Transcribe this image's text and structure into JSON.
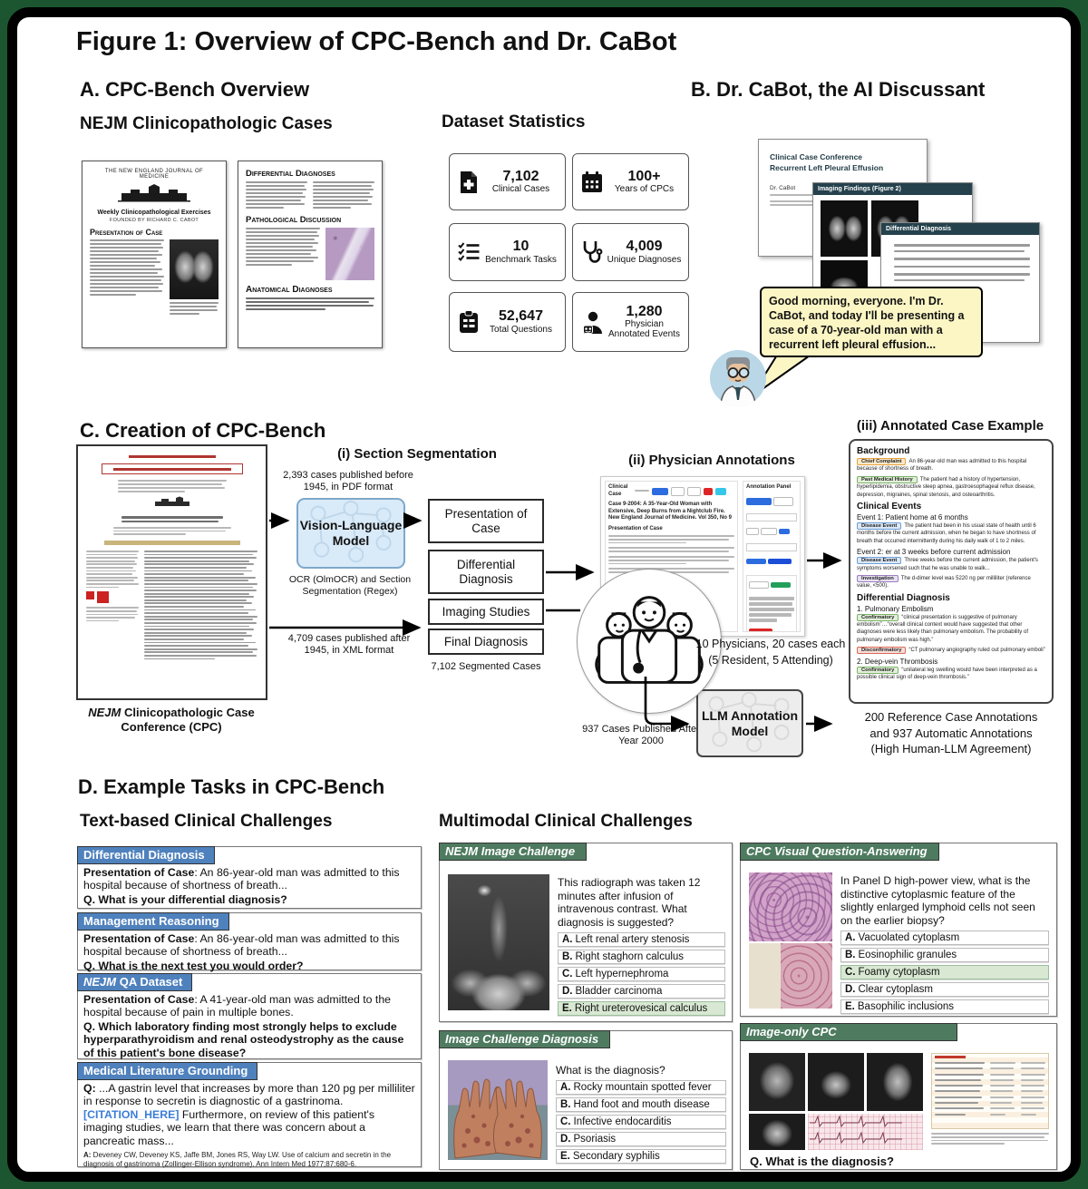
{
  "colors": {
    "frame_green": "#1c5630",
    "tab_blue": "#4f81bd",
    "tab_green": "#4e7b60",
    "highlight_green": "#d8e8d2",
    "slide_header_teal": "#24414c",
    "speech_bubble_yellow": "#fcf6c5",
    "vlm_box_blue": "#d9eaf8",
    "llm_box_gray": "#ededed",
    "citation_blue": "#3b7dd8",
    "chip_chief_complaint_orange": "#e8a33d",
    "chip_history_green": "#7cb36a",
    "chip_disease_event_blue": "#6f9fd8",
    "chip_investigation_purple": "#9b7fc0",
    "chip_disconfirmatory_red": "#d96a5a"
  },
  "figure_title": "Figure 1: Overview of CPC-Bench and Dr. CaBot",
  "panel_a": {
    "heading": "A. CPC-Bench Overview",
    "subheading": "NEJM Clinicopathologic Cases",
    "doc_left": {
      "journal": "The New England Journal of Medicine",
      "series": "Weekly Clinicopathological Exercises",
      "founded": "Founded by Richard C. Cabot",
      "section": "Presentation of Case"
    },
    "doc_right": {
      "section1": "Differential Diagnoses",
      "section2": "Pathological Discussion",
      "section3": "Anatomical Diagnoses"
    }
  },
  "stats": {
    "heading": "Dataset Statistics",
    "items": [
      {
        "icon": "clinical-cases-document-icon",
        "value": "7,102",
        "label": "Clinical Cases"
      },
      {
        "icon": "calendar-icon",
        "value": "100+",
        "label": "Years of CPCs"
      },
      {
        "icon": "benchmark-checklist-icon",
        "value": "10",
        "label": "Benchmark Tasks"
      },
      {
        "icon": "stethoscope-icon",
        "value": "4,009",
        "label": "Unique Diagnoses"
      },
      {
        "icon": "clipboard-icon",
        "value": "52,647",
        "label": "Total Questions"
      },
      {
        "icon": "physician-icon",
        "value": "1,280",
        "label": "Physician Annotated Events"
      }
    ]
  },
  "panel_b": {
    "heading": "B. Dr. CaBot, the AI Discussant",
    "slide_title": {
      "line1": "Clinical Case Conference",
      "line2": "Recurrent Left Pleural Effusion",
      "byline": "Dr. CaBot"
    },
    "slide_imaging_header": "Imaging Findings (Figure 2)",
    "slide_ddx_header": "Differential Diagnosis",
    "speech_bubble": "Good morning, everyone. I'm Dr. CaBot, and today I'll be presenting a case of a 70-year-old man with a recurrent left pleural effusion..."
  },
  "panel_c": {
    "heading": "C. Creation of CPC-Bench",
    "source_caption_italic": "NEJM",
    "source_caption_rest": " Clinicopathologic Case Conference (CPC)",
    "step1": {
      "heading": "(i) Section Segmentation",
      "pdf_note": "2,393 cases published before 1945, in PDF format",
      "vlm_label": "Vision-Language Model",
      "vlm_note": "OCR (OlmOCR) and Section Segmentation (Regex)",
      "xml_note": "4,709 cases published after 1945, in XML format",
      "sections": [
        "Presentation of Case",
        "Differential Diagnosis",
        "Imaging Studies",
        "Final Diagnosis"
      ],
      "segmented_note": "7,102 Segmented Cases"
    },
    "step2": {
      "heading": "(ii) Physician Annotations",
      "tool_left_title": "Clinical Case",
      "tool_case_title": "Case 9-2004: A 35-Year-Old Woman with Extensive, Deep Burns from a Nightclub Fire. New England Journal of Medicine. Vol 350, No 9",
      "tool_section_label": "Presentation of Case",
      "tool_right_title": "Annotation Panel",
      "physicians_note_line1": "10 Physicians, 20 cases each",
      "physicians_note_line2": "(5 Resident, 5 Attending)",
      "cases_note": "937 Cases Published After Year 2000",
      "llm_label": "LLM Annotation Model"
    },
    "step3": {
      "heading": "(iii) Annotated Case Example",
      "background_heading": "Background",
      "chief_complaint": {
        "tag": "Chief Complaint",
        "text": "An 86-year-old man was admitted to this hospital because of shortness of breath."
      },
      "pmh": {
        "tag": "Past Medical History",
        "text": "The patient had a history of hypertension, hyperlipidemia, obstructive sleep apnea, gastroesophageal reflux disease, depression, migraines, spinal stenosis, and osteoarthritis."
      },
      "clinical_events_heading": "Clinical Events",
      "event1_heading": "Event 1: Patient home at 6 months",
      "event1": {
        "tag": "Disease Event",
        "text": "The patient had been in his usual state of health until 6 months before the current admission, when he began to have shortness of breath that occurred intermittently during his daily walk of 1 to 2 miles."
      },
      "event2_heading": "Event 2: er at 3 weeks before current admission",
      "event2": {
        "tag": "Disease Event",
        "text": "Three weeks before the current admission, the patient's symptoms worsened such that he was unable to walk..."
      },
      "investigation": {
        "tag": "Investigation",
        "text": "The d-dimer level was 5220 ng per milliliter (reference value, <500)."
      },
      "ddx_heading": "Differential Diagnosis",
      "dx1_heading": "1. Pulmonary Embolism",
      "dx1_confirm": {
        "tag": "Confirmatory",
        "text": "“clinical presentation is suggestive of pulmonary embolism”…“overall clinical context would have suggested that other diagnoses were less likely than pulmonary embolism. The probability of pulmonary embolism was high.”"
      },
      "dx1_disconfirm": {
        "tag": "Disconfirmatory",
        "text": "“CT pulmonary angiography ruled out pulmonary emboli”"
      },
      "dx2_heading": "2. Deep-vein Thrombosis",
      "dx2_confirm": {
        "tag": "Confirmatory",
        "text": "“unilateral leg swelling would have been interpreted as a possible clinical sign of deep-vein thrombosis.”"
      },
      "outcome_line1": "200 Reference Case Annotations",
      "outcome_line2": "and 937 Automatic Annotations",
      "outcome_line3": "(High Human-LLM Agreement)"
    }
  },
  "panel_d": {
    "heading": "D. Example Tasks in CPC-Bench",
    "text_heading": "Text-based Clinical Challenges",
    "mm_heading": "Multimodal Clinical Challenges",
    "text_cards": [
      {
        "tab": "Differential Diagnosis",
        "lead_bold": "Presentation of Case",
        "lead_rest": ": An 86-year-old man was admitted to this hospital because of shortness of breath...",
        "question": "Q. What is your differential diagnosis?"
      },
      {
        "tab": "Management Reasoning",
        "lead_bold": "Presentation of Case",
        "lead_rest": ": An 86-year-old man was admitted to this hospital because of shortness of breath...",
        "question": "Q. What is the next test you would order?"
      },
      {
        "tab_italic": "NEJM",
        "tab_rest": " QA Dataset",
        "lead_bold": "Presentation of Case",
        "lead_rest": ": A 41-year-old man was admitted to the hospital because of pain in multiple bones.",
        "question": "Q. Which laboratory finding most strongly helps to exclude hyperparathyroidism and renal osteodystrophy as the cause of this patient's bone disease?"
      },
      {
        "tab": "Medical Literature Grounding",
        "q_bold": "Q:",
        "q_text": " ...A gastrin level that increases by more than 120 pg per milliliter in response to secretin is diagnostic of a gastrinoma. ",
        "citation": "[CITATION_HERE]",
        "q_text2": " Furthermore, on review of this patient's imaging studies, we learn that there was concern about a pancreatic mass...",
        "a_bold": "A:",
        "a_text": " Deveney CW, Deveney KS, Jaffe BM, Jones RS, Way LW. Use of calcium and secretin in the diagnosis of gastrinoma (Zollinger-Ellison syndrome). Ann Intern Med 1977;87:680-6."
      }
    ],
    "mm_cards": {
      "image_challenge": {
        "tab_italic": "NEJM",
        "tab_rest": " Image Challenge",
        "question": "This radiograph was taken 12 minutes after infusion of intravenous contrast. What diagnosis is suggested?",
        "options": [
          {
            "letter": "A.",
            "text": "Left renal artery stenosis",
            "highlight": false
          },
          {
            "letter": "B.",
            "text": "Right staghorn calculus",
            "highlight": false
          },
          {
            "letter": "C.",
            "text": "Left hypernephroma",
            "highlight": false
          },
          {
            "letter": "D.",
            "text": "Bladder carcinoma",
            "highlight": false
          },
          {
            "letter": "E.",
            "text": "Right ureterovesical calculus",
            "highlight": true
          }
        ]
      },
      "vqa": {
        "tab": "CPC Visual Question-Answering",
        "question": "In Panel D high-power view, what is the distinctive cytoplasmic feature of the slightly enlarged lymphoid cells not seen on the earlier biopsy?",
        "options": [
          {
            "letter": "A.",
            "text": "Vacuolated cytoplasm",
            "highlight": false
          },
          {
            "letter": "B.",
            "text": "Eosinophilic granules",
            "highlight": false
          },
          {
            "letter": "C.",
            "text": "Foamy cytoplasm",
            "highlight": true
          },
          {
            "letter": "D.",
            "text": "Clear cytoplasm",
            "highlight": false
          },
          {
            "letter": "E.",
            "text": "Basophilic inclusions",
            "highlight": false
          }
        ]
      },
      "image_diagnosis": {
        "tab": "Image Challenge Diagnosis",
        "question": "What is the diagnosis?",
        "options": [
          {
            "letter": "A.",
            "text": "Rocky mountain spotted fever",
            "highlight": false
          },
          {
            "letter": "B.",
            "text": "Hand foot and mouth disease",
            "highlight": false
          },
          {
            "letter": "C.",
            "text": "Infective endocarditis",
            "highlight": false
          },
          {
            "letter": "D.",
            "text": "Psoriasis",
            "highlight": false
          },
          {
            "letter": "E.",
            "text": "Secondary syphilis",
            "highlight": false
          }
        ]
      },
      "image_only": {
        "tab": "Image-only CPC",
        "question": "Q. What is the diagnosis?"
      }
    }
  }
}
